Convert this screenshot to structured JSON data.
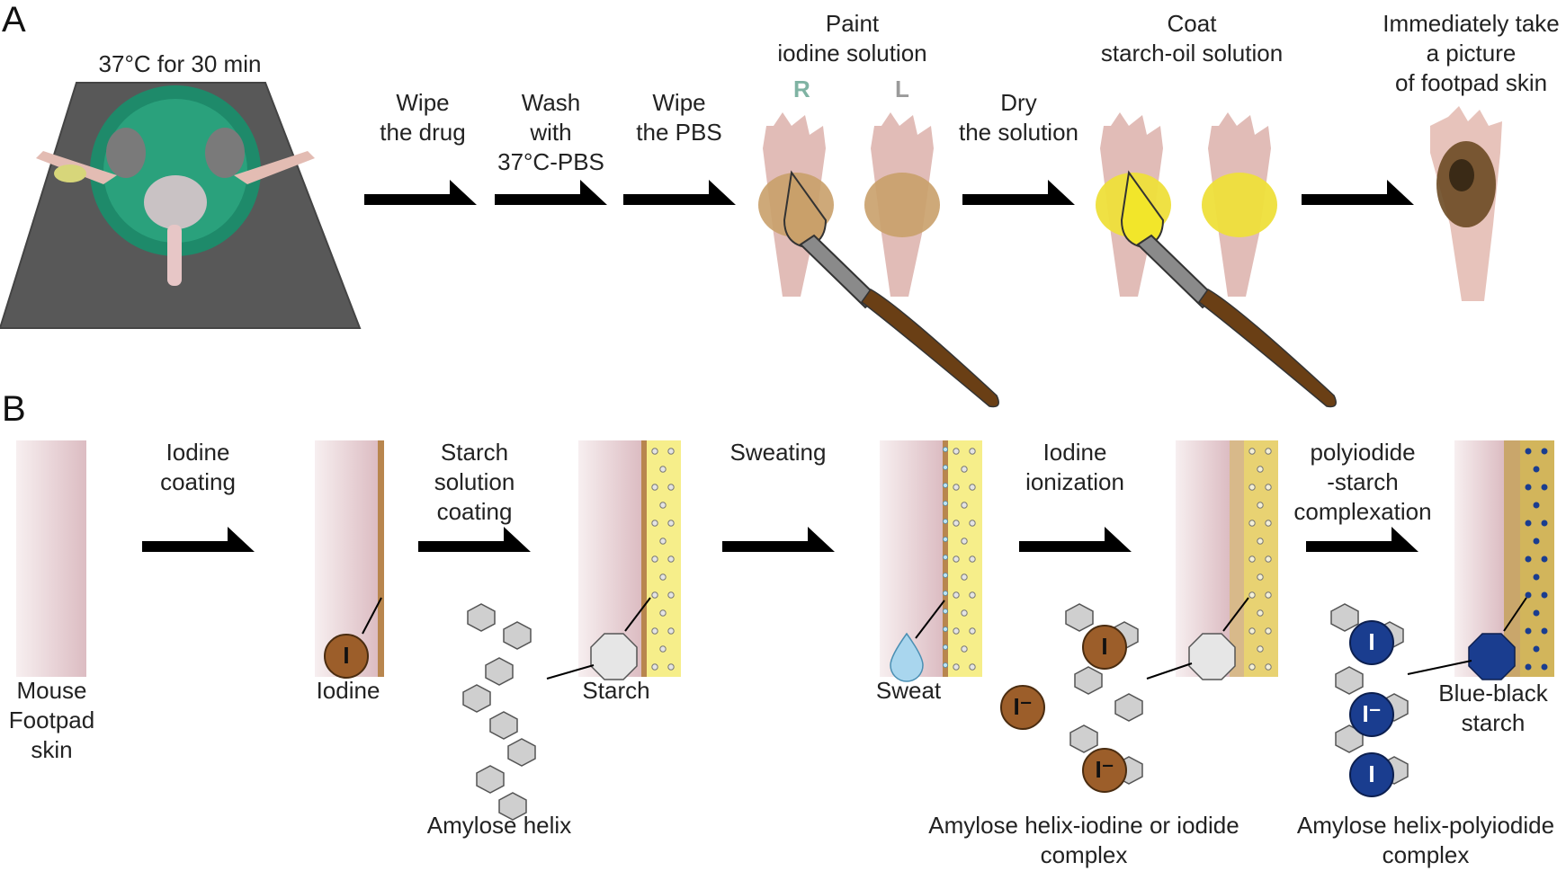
{
  "panels": {
    "a": "A",
    "b": "B"
  },
  "top": {
    "incubation": "37°C for 30 min",
    "steps": [
      {
        "line1": "Wipe",
        "line2": "the drug",
        "line3": ""
      },
      {
        "line1": "Wash",
        "line2": "with",
        "line3": "37°C-PBS"
      },
      {
        "line1": "Wipe",
        "line2": "the PBS",
        "line3": ""
      },
      {
        "line1": "Paint",
        "line2": "iodine solution",
        "line3": ""
      },
      {
        "line1": "Dry",
        "line2": "the solution",
        "line3": ""
      },
      {
        "line1": "Coat",
        "line2": "starch-oil solution",
        "line3": ""
      },
      {
        "line1": "Immediately take",
        "line2": "a picture",
        "line3": "of footpad skin"
      }
    ],
    "paw_right": "R",
    "paw_left": "L"
  },
  "bottom": {
    "steps": [
      {
        "line1": "Iodine",
        "line2": "coating",
        "line3": ""
      },
      {
        "line1": "Starch",
        "line2": "solution",
        "line3": "coating"
      },
      {
        "line1": "Sweating",
        "line2": "",
        "line3": ""
      },
      {
        "line1": "Iodine",
        "line2": "ionization",
        "line3": ""
      },
      {
        "line1": "polyiodide",
        "line2": "-starch",
        "line3": "complexation"
      }
    ],
    "labels": {
      "skin": {
        "line1": "Mouse",
        "line2": "Footpad",
        "line3": "skin"
      },
      "iodine": "Iodine",
      "starch": "Starch",
      "amylose": "Amylose helix",
      "sweat": "Sweat",
      "complex1": {
        "line1": "Amylose helix-iodine or iodide",
        "line2": "complex"
      },
      "blueblack": {
        "line1": "Blue-black",
        "line2": "starch"
      },
      "complex2": {
        "line1": "Amylose helix-polyiodide",
        "line2": "complex"
      }
    },
    "symbols": {
      "iodine": "I",
      "iodide": "I⁻"
    }
  },
  "colors": {
    "skin_pink": "#e8cfd3",
    "iodine_brown": "#b8864e",
    "starch_yellow": "#f6ee8a",
    "blue_black": "#1a3d8f",
    "trap_gray": "#555555",
    "cap_green": "#1e8a6a",
    "paw_pink": "#d9b3ad"
  }
}
